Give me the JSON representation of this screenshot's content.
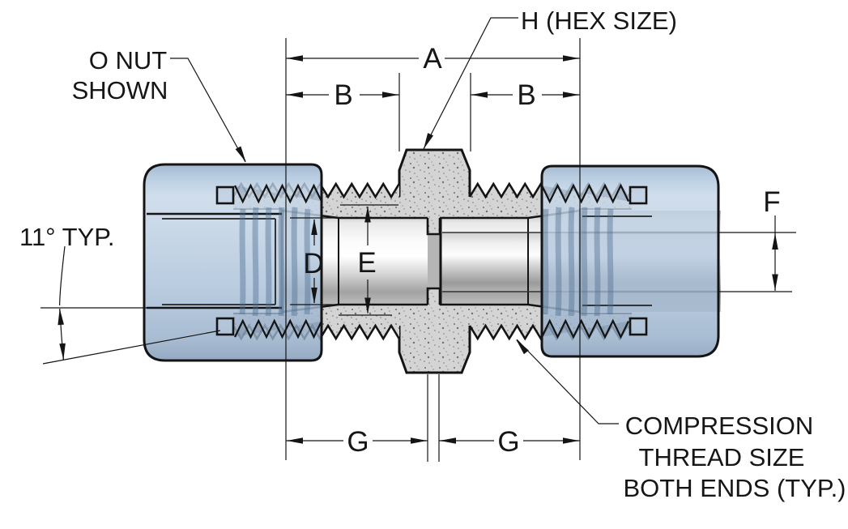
{
  "diagram": {
    "type": "engineering-cross-section",
    "subject": "compression union fitting with nuts",
    "dimensions": {
      "a": "A",
      "b_left": "B",
      "b_right": "B",
      "d": "D",
      "e": "E",
      "f": "F",
      "g_left": "G",
      "g_right": "G"
    },
    "callouts": {
      "hex_size": "H (HEX SIZE)",
      "nut_line1": "O NUT",
      "nut_line2": "SHOWN",
      "angle": "11° TYP.",
      "thread_line1": "COMPRESSION",
      "thread_line2": "THREAD SIZE",
      "thread_line3": "BOTH ENDS (TYP.)"
    },
    "colors": {
      "background": "#ffffff",
      "outline": "#141414",
      "body_gray": "#d4d4d4",
      "nut_blue": "#b3c8de",
      "metal_highlight": "#ffffff",
      "metal_shadow": "#9a9a9a"
    }
  }
}
